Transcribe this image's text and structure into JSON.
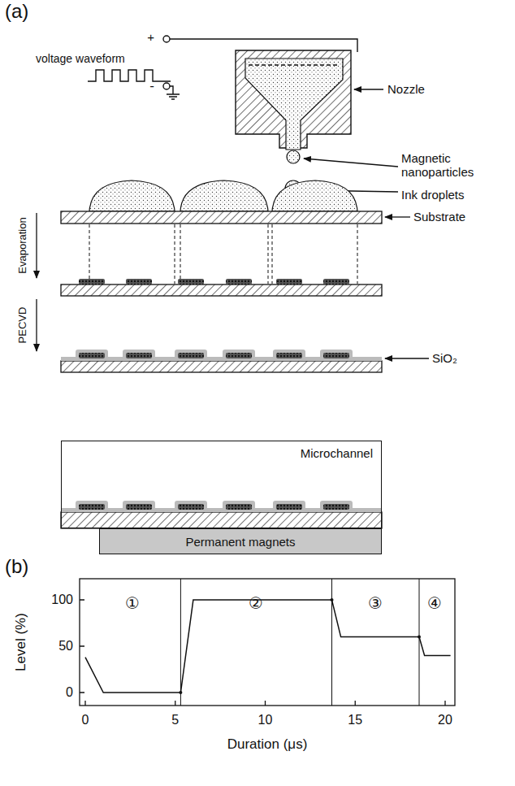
{
  "diagram": {
    "nodes": [
      {
        "text": [
          "Microchannel"
        ]
      },
      {
        "text": [
          "Permanent magnets"
        ]
      }
    ],
    "labels": [
      "(a)",
      "voltage waveform",
      "+",
      "-",
      "Nozzle",
      "Magnetic nanoparticles",
      "Ink droplets",
      "Substrate",
      "Evaporation",
      "PECVD",
      "SiO₂",
      "(b)",
      "100",
      "50",
      "0",
      "0",
      "5",
      "10",
      "15",
      "20",
      "Level (%)",
      "Duration (μs)",
      "①",
      "②",
      "③",
      "④"
    ]
  }
}
